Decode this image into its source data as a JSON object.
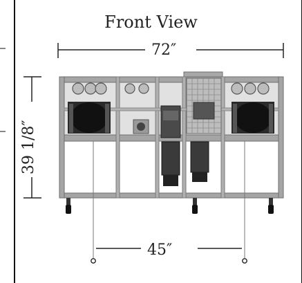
{
  "diagram": {
    "title": "Front View",
    "dimensions": {
      "overall_width": "72″",
      "overall_height": "39 1/8″",
      "leg_spacing": "45″"
    }
  },
  "colors": {
    "frame": "#a5a5a5",
    "frame_dark": "#6e6e6e",
    "motor": "#3a3a3a",
    "reel": "#1c1c1c",
    "line": "#222222",
    "border": "#111111"
  }
}
